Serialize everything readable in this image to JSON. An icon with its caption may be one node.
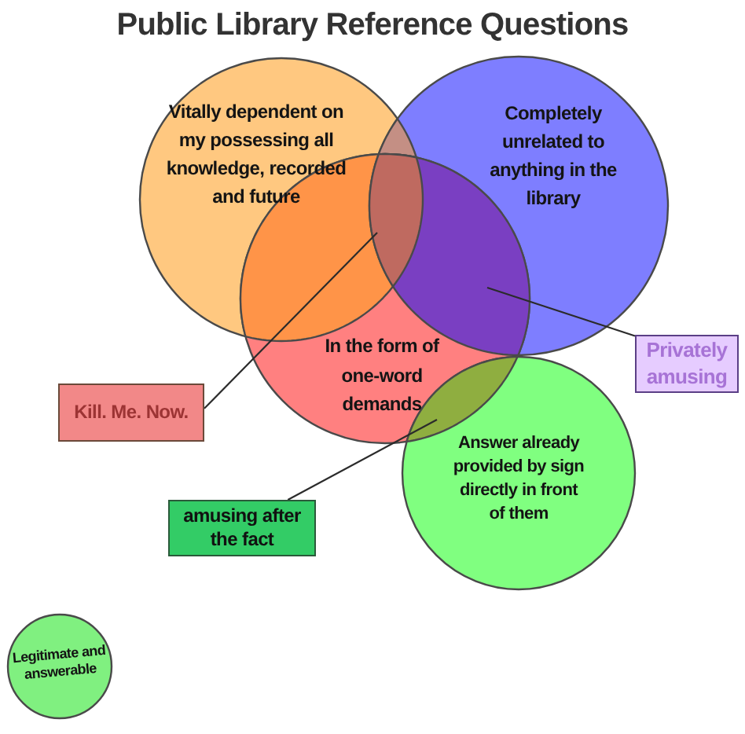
{
  "diagram": {
    "title": "Public Library Reference Questions",
    "nodes": [
      {
        "text": [
          "Vitally dependent on my possessing all knowledge, recorded and future"
        ]
      },
      {
        "text": [
          "Completely unrelated to anything in the library"
        ]
      },
      {
        "text": [
          "In the form of one-word demands"
        ]
      },
      {
        "text": [
          "Privately amusing"
        ]
      },
      {
        "text": [
          "Kill. Me. Now."
        ]
      },
      {
        "text": [
          "Answer already provided by sign directly in front of them"
        ]
      },
      {
        "text": [
          "amusing after the fact"
        ]
      },
      {
        "text": [
          "Legitimate and answerable"
        ]
      },
      {
        "text": [],
        "shape": "region"
      },
      {
        "text": [],
        "shape": "region"
      },
      {
        "text": [],
        "shape": "region"
      }
    ],
    "edges": [
      {
        "from": 4,
        "to": 8,
        "arrow": "none"
      },
      {
        "from": 3,
        "to": 9,
        "arrow": "none"
      },
      {
        "from": 6,
        "to": 10,
        "arrow": "none"
      }
    ]
  }
}
